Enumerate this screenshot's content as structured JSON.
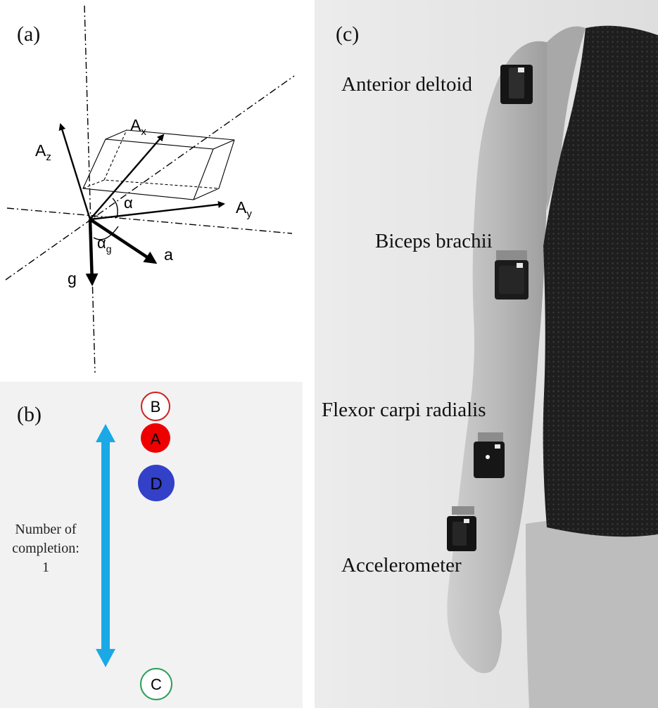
{
  "panel_a": {
    "label": "(a)",
    "vectors": {
      "ax": "A",
      "ax_sub": "x",
      "ay": "A",
      "ay_sub": "y",
      "az": "A",
      "az_sub": "z",
      "alpha": "α",
      "alpha_g": "α",
      "alpha_g_sub": "g",
      "a": "a",
      "g": "g"
    }
  },
  "panel_b": {
    "label": "(b)",
    "targets": {
      "b": "B",
      "a": "A",
      "d": "D",
      "c": "C"
    },
    "completion": {
      "line1": "Number of",
      "line2": "completion:",
      "line3": "1"
    },
    "colors": {
      "arrow": "#1aa9e6",
      "target_a": "#ee0000",
      "target_b_ring": "#cc2222",
      "target_c_ring": "#2e9e5a",
      "target_d": "#3340c8"
    }
  },
  "panel_c": {
    "label": "(c)",
    "labels": {
      "anterior_deltoid": "Anterior deltoid",
      "biceps_brachii": "Biceps brachii",
      "flexor_carpi_radialis": "Flexor carpi radialis",
      "accelerometer": "Accelerometer"
    }
  }
}
